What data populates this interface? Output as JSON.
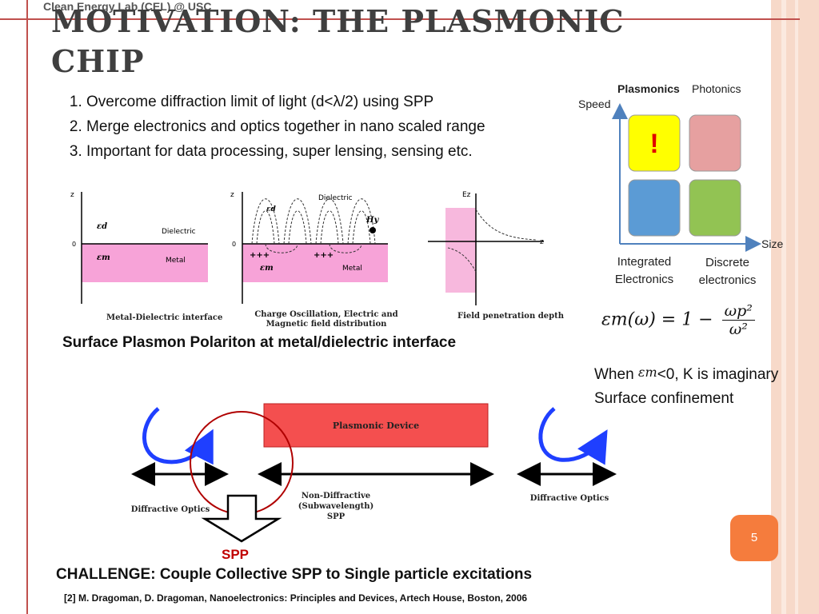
{
  "header": {
    "lab": "Clean Energy Lab (CEL) @ USC"
  },
  "title": "MOTIVATION: THE PLASMONIC CHIP",
  "points": [
    "Overcome diffraction limit of light (d<λ/2) using SPP",
    "Merge electronics and optics together in nano scaled range",
    "Important for data processing, super lensing, sensing etc."
  ],
  "matrix": {
    "x_axis": "Size",
    "y_axis": "Speed",
    "col_plasmonics": "Plasmonics",
    "col_photonics": "Photonics",
    "row_integrated": "Integrated Electronics",
    "row_discrete": "Discrete electronics",
    "highlight_mark": "!",
    "colors": {
      "plasmonics": "#ffff00",
      "photonics": "#e6a0a0",
      "integrated": "#5b9bd5",
      "discrete": "#92c353"
    }
  },
  "diagrams": {
    "z": "z",
    "zero": "0",
    "ez": "Ez",
    "dielectric": "Dielectric",
    "metal": "Metal",
    "eps_d": "εd",
    "eps_m": "εm",
    "hy": "Hy",
    "caption1": "Metal-Dielectric interface",
    "caption2": "Charge Oscillation, Electric and Magnetic field distribution",
    "caption3": "Field penetration depth"
  },
  "spp_caption": "Surface Plasmon Polariton at metal/dielectric interface",
  "equation": {
    "lhs": "εm(ω) = 1 −",
    "num": "ωp²",
    "den": "ω²"
  },
  "condition": {
    "prefix": "When ",
    "symbol": "εm",
    "suffix": "<0, K is imaginary"
  },
  "confinement": "Surface confinement",
  "device": {
    "plasmonic_device": "Plasmonic Device",
    "diffractive_left": "Diffractive Optics",
    "diffractive_right": "Diffractive Optics",
    "non_diffractive": "Non-Diffractive (Subwavelength) SPP"
  },
  "spp_label": "SPP",
  "challenge": "CHALLENGE: Couple Collective SPP to Single particle excitations",
  "reference": "[2] M. Dragoman, D. Dragoman, Nanoelectronics: Principles and Devices, Artech House, Boston, 2006",
  "slide_number": "5"
}
